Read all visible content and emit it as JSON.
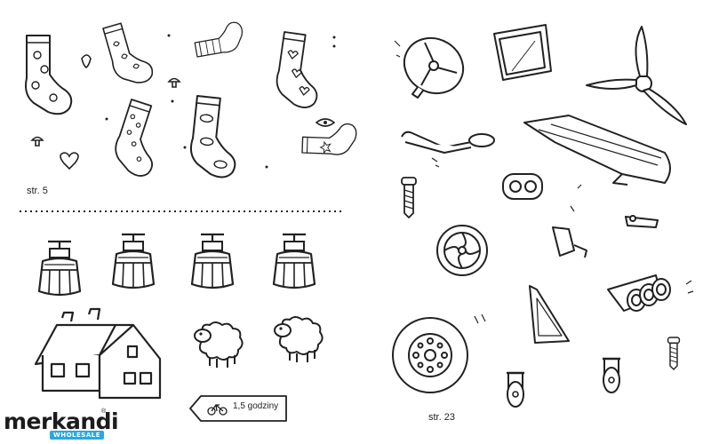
{
  "labels": {
    "left_page": "str. 5",
    "right_page": "str. 23",
    "sign": "1,5 godziny"
  },
  "logo": {
    "word": "merkandi",
    "badge": "WHOLESALE",
    "trademark": "®"
  },
  "icons": {
    "sign_icon": "bicycle-icon"
  },
  "colors": {
    "ink": "#222222",
    "paper": "#ffffff",
    "brand": "#27a9e1"
  }
}
